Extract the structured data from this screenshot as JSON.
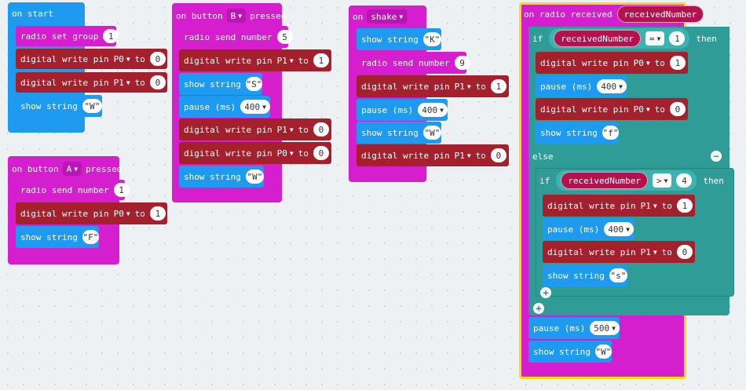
{
  "on_start": {
    "title": "on start",
    "radio_set_group": "radio set group",
    "group_value": "1",
    "digital_write_pin": "digital write pin",
    "to": "to",
    "pin_p0": "P0",
    "pin_p1": "P1",
    "val0": "0",
    "show_string": "show string",
    "w_value": "\"W\""
  },
  "button_a": {
    "prefix": "on button",
    "button": "A",
    "suffix": "pressed",
    "radio_send_number": "radio send number",
    "send_value": "1",
    "digital_write_pin": "digital write pin",
    "pin": "P0",
    "to": "to",
    "val": "1",
    "show_string": "show string",
    "str": "\"F\""
  },
  "button_b": {
    "prefix": "on button",
    "button": "B",
    "suffix": "pressed",
    "radio_send_number": "radio send number",
    "send_value": "5",
    "digital_write_pin": "digital write pin",
    "pin_p1": "P1",
    "pin_p0": "P0",
    "to": "to",
    "val1": "1",
    "val0": "0",
    "show_string": "show string",
    "s_value": "\"S\"",
    "pause": "pause (ms)",
    "pause_value": "400",
    "w_value": "\"W\""
  },
  "shake": {
    "prefix": "on",
    "gesture": "shake",
    "show_string": "show string",
    "k_value": "\"K\"",
    "radio_send_number": "radio send number",
    "send_value": "9",
    "digital_write_pin": "digital write pin",
    "pin": "P1",
    "to": "to",
    "val1": "1",
    "val0": "0",
    "pause": "pause (ms)",
    "pause_value": "400",
    "w_value": "\"W\""
  },
  "radio_received": {
    "title": "on radio received",
    "param": "receivedNumber",
    "if": "if",
    "then": "then",
    "else": "else",
    "eq": "=",
    "gt": ">",
    "cmp1": "1",
    "cmp4": "4",
    "digital_write_pin": "digital write pin",
    "pin_p0": "P0",
    "pin_p1": "P1",
    "to": "to",
    "val1": "1",
    "val0": "0",
    "pause": "pause (ms)",
    "pause400": "400",
    "pause500": "500",
    "show_string": "show string",
    "f_value": "\"f\"",
    "s_value": "\"s\"",
    "w_value": "\"W\"",
    "minus": "−",
    "plus": "+"
  },
  "colors": {
    "basic": "#1e9bf0",
    "radio": "#d51fcf",
    "pins": "#a4202d",
    "logic": "#2f9c97",
    "highlight": "#f3e200"
  }
}
